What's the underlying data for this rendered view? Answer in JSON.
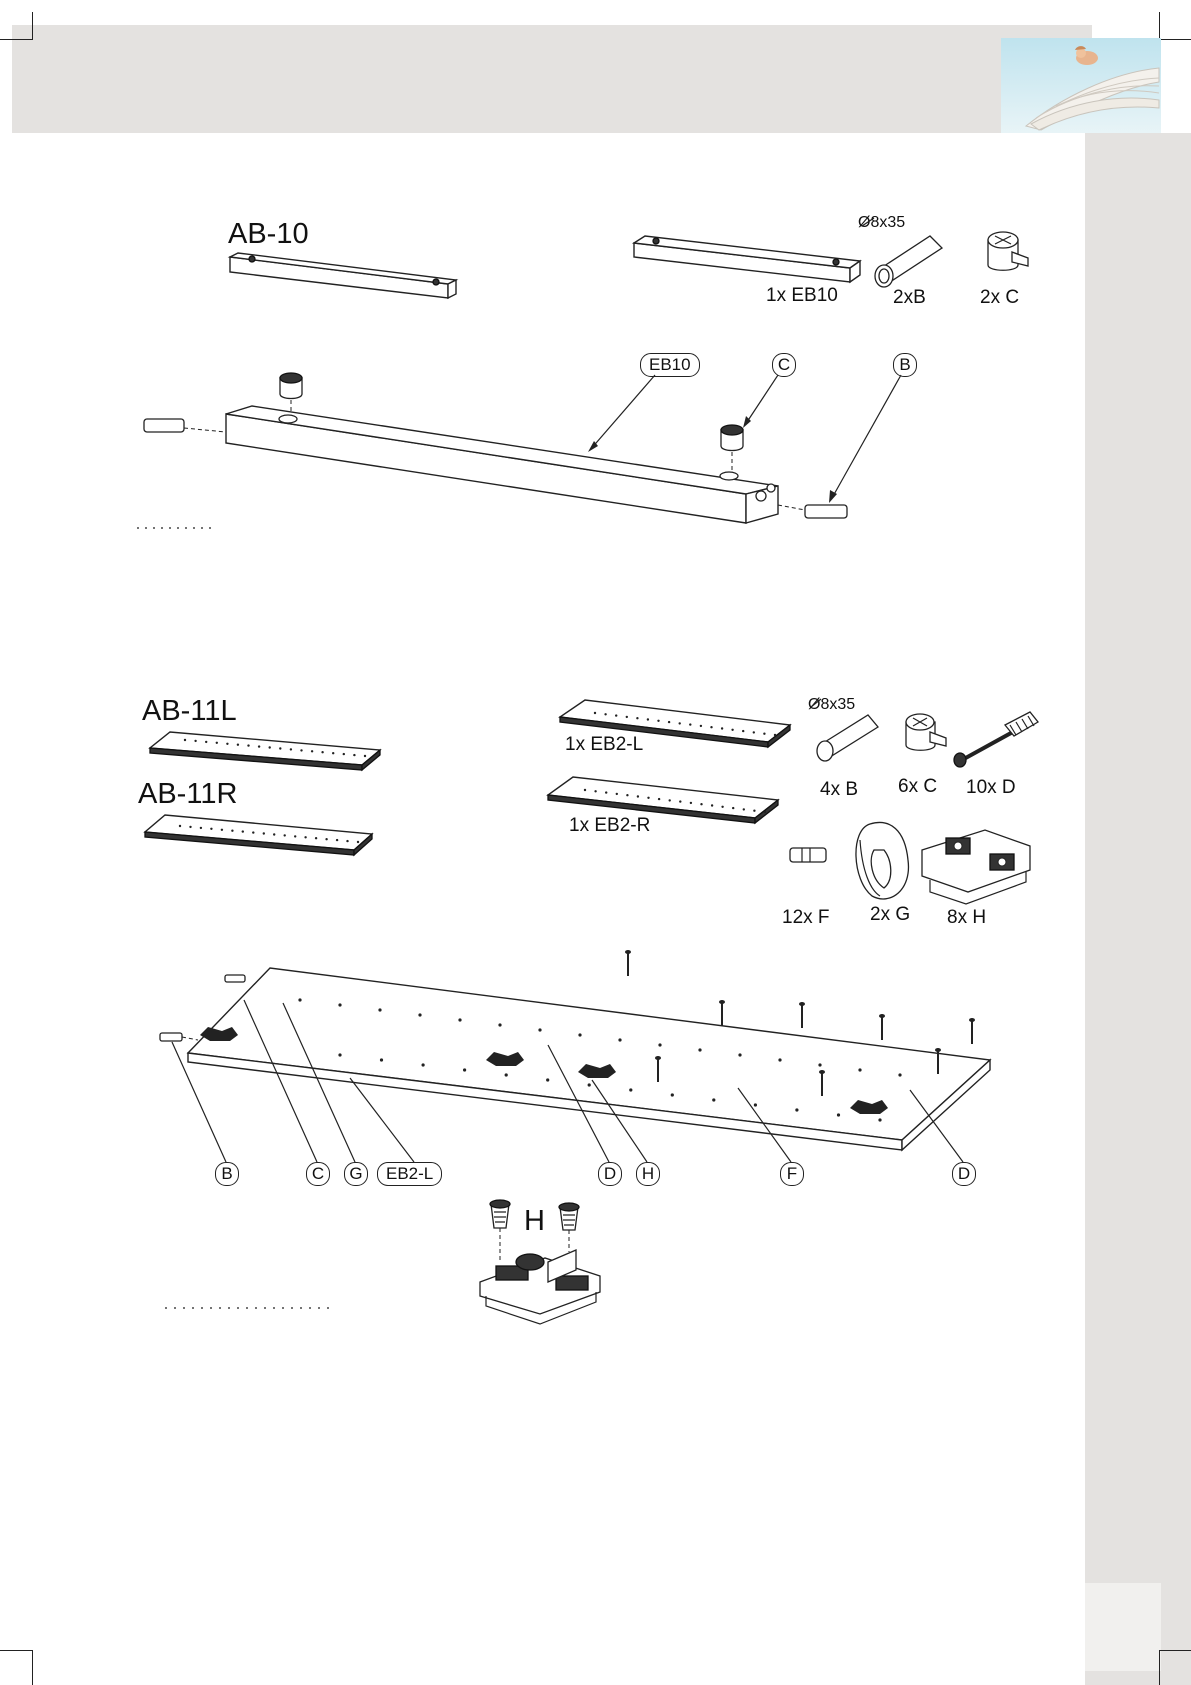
{
  "step1": {
    "part_code": "AB-10",
    "dowel_size": "Ø8x35",
    "qty_panel": "1x EB10",
    "qty_dowel": "2xB",
    "qty_cam": "2x C",
    "callout_panel": "EB10",
    "callout_cam": "C",
    "callout_dowel": "B"
  },
  "step2": {
    "part_code_left": "AB-11L",
    "part_code_right": "AB-11R",
    "qty_panel_left": "1x EB2-L",
    "qty_panel_right": "1x EB2-R",
    "dowel_size": "Ø8x35",
    "qty_dowel": "4x B",
    "qty_cam": "6x C",
    "qty_bolt": "10x D",
    "qty_pin": "12x F",
    "qty_cover": "2x G",
    "qty_hinge": "8x H",
    "callouts": [
      "B",
      "C",
      "G",
      "EB2-L",
      "D",
      "H",
      "F",
      "D"
    ],
    "detail_label": "H"
  }
}
